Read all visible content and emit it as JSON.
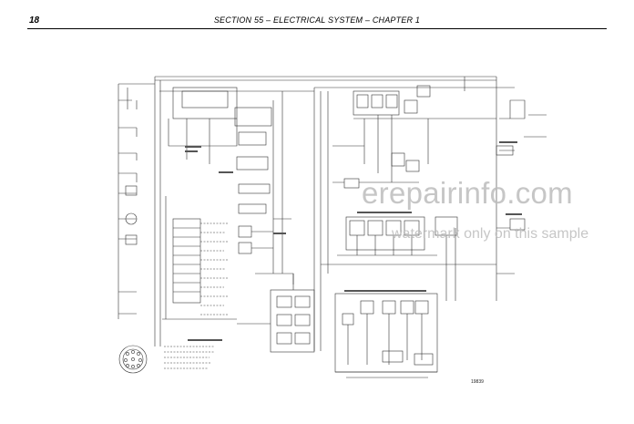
{
  "header": {
    "page_number": "18",
    "section_title": "SECTION 55 – ELECTRICAL SYSTEM – CHAPTER 1"
  },
  "watermark": {
    "main": "erepairinfo.com",
    "sub": "watermark only on this sample"
  },
  "figure": {
    "id": "19839"
  }
}
